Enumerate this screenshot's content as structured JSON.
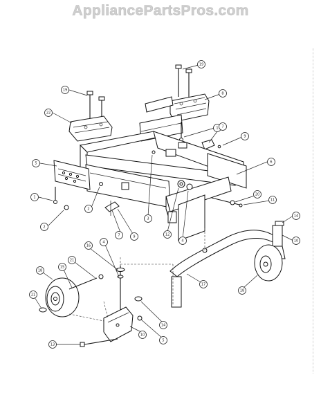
{
  "watermark": "AppliancePartsPros.com",
  "callouts": [
    {
      "id": "c-19a",
      "label": "19"
    },
    {
      "id": "c-19b",
      "label": "19"
    },
    {
      "id": "c-8",
      "label": "8"
    },
    {
      "id": "c-22",
      "label": "22"
    },
    {
      "id": "c-1a",
      "label": "1"
    },
    {
      "id": "c-7a",
      "label": "7"
    },
    {
      "id": "c-9a",
      "label": "9"
    },
    {
      "id": "c-5a",
      "label": "5"
    },
    {
      "id": "c-6",
      "label": "6"
    },
    {
      "id": "c-1b",
      "label": "1"
    },
    {
      "id": "c-2a",
      "label": "2"
    },
    {
      "id": "c-2b",
      "label": "2"
    },
    {
      "id": "c-3",
      "label": "3"
    },
    {
      "id": "c-20",
      "label": "20"
    },
    {
      "id": "c-11",
      "label": "11"
    },
    {
      "id": "c-14a",
      "label": "14"
    },
    {
      "id": "c-7b",
      "label": "7"
    },
    {
      "id": "c-9b",
      "label": "9"
    },
    {
      "id": "c-12",
      "label": "12"
    },
    {
      "id": "c-4a",
      "label": "4"
    },
    {
      "id": "c-10a",
      "label": "10"
    },
    {
      "id": "c-16",
      "label": "16"
    },
    {
      "id": "c-4b",
      "label": "4"
    },
    {
      "id": "c-21a",
      "label": "21"
    },
    {
      "id": "c-15",
      "label": "15"
    },
    {
      "id": "c-18a",
      "label": "18"
    },
    {
      "id": "c-17",
      "label": "17"
    },
    {
      "id": "c-18b",
      "label": "18"
    },
    {
      "id": "c-21b",
      "label": "21"
    },
    {
      "id": "c-14b",
      "label": "14"
    },
    {
      "id": "c-10b",
      "label": "10"
    },
    {
      "id": "c-5b",
      "label": "5"
    },
    {
      "id": "c-13",
      "label": "13"
    }
  ]
}
